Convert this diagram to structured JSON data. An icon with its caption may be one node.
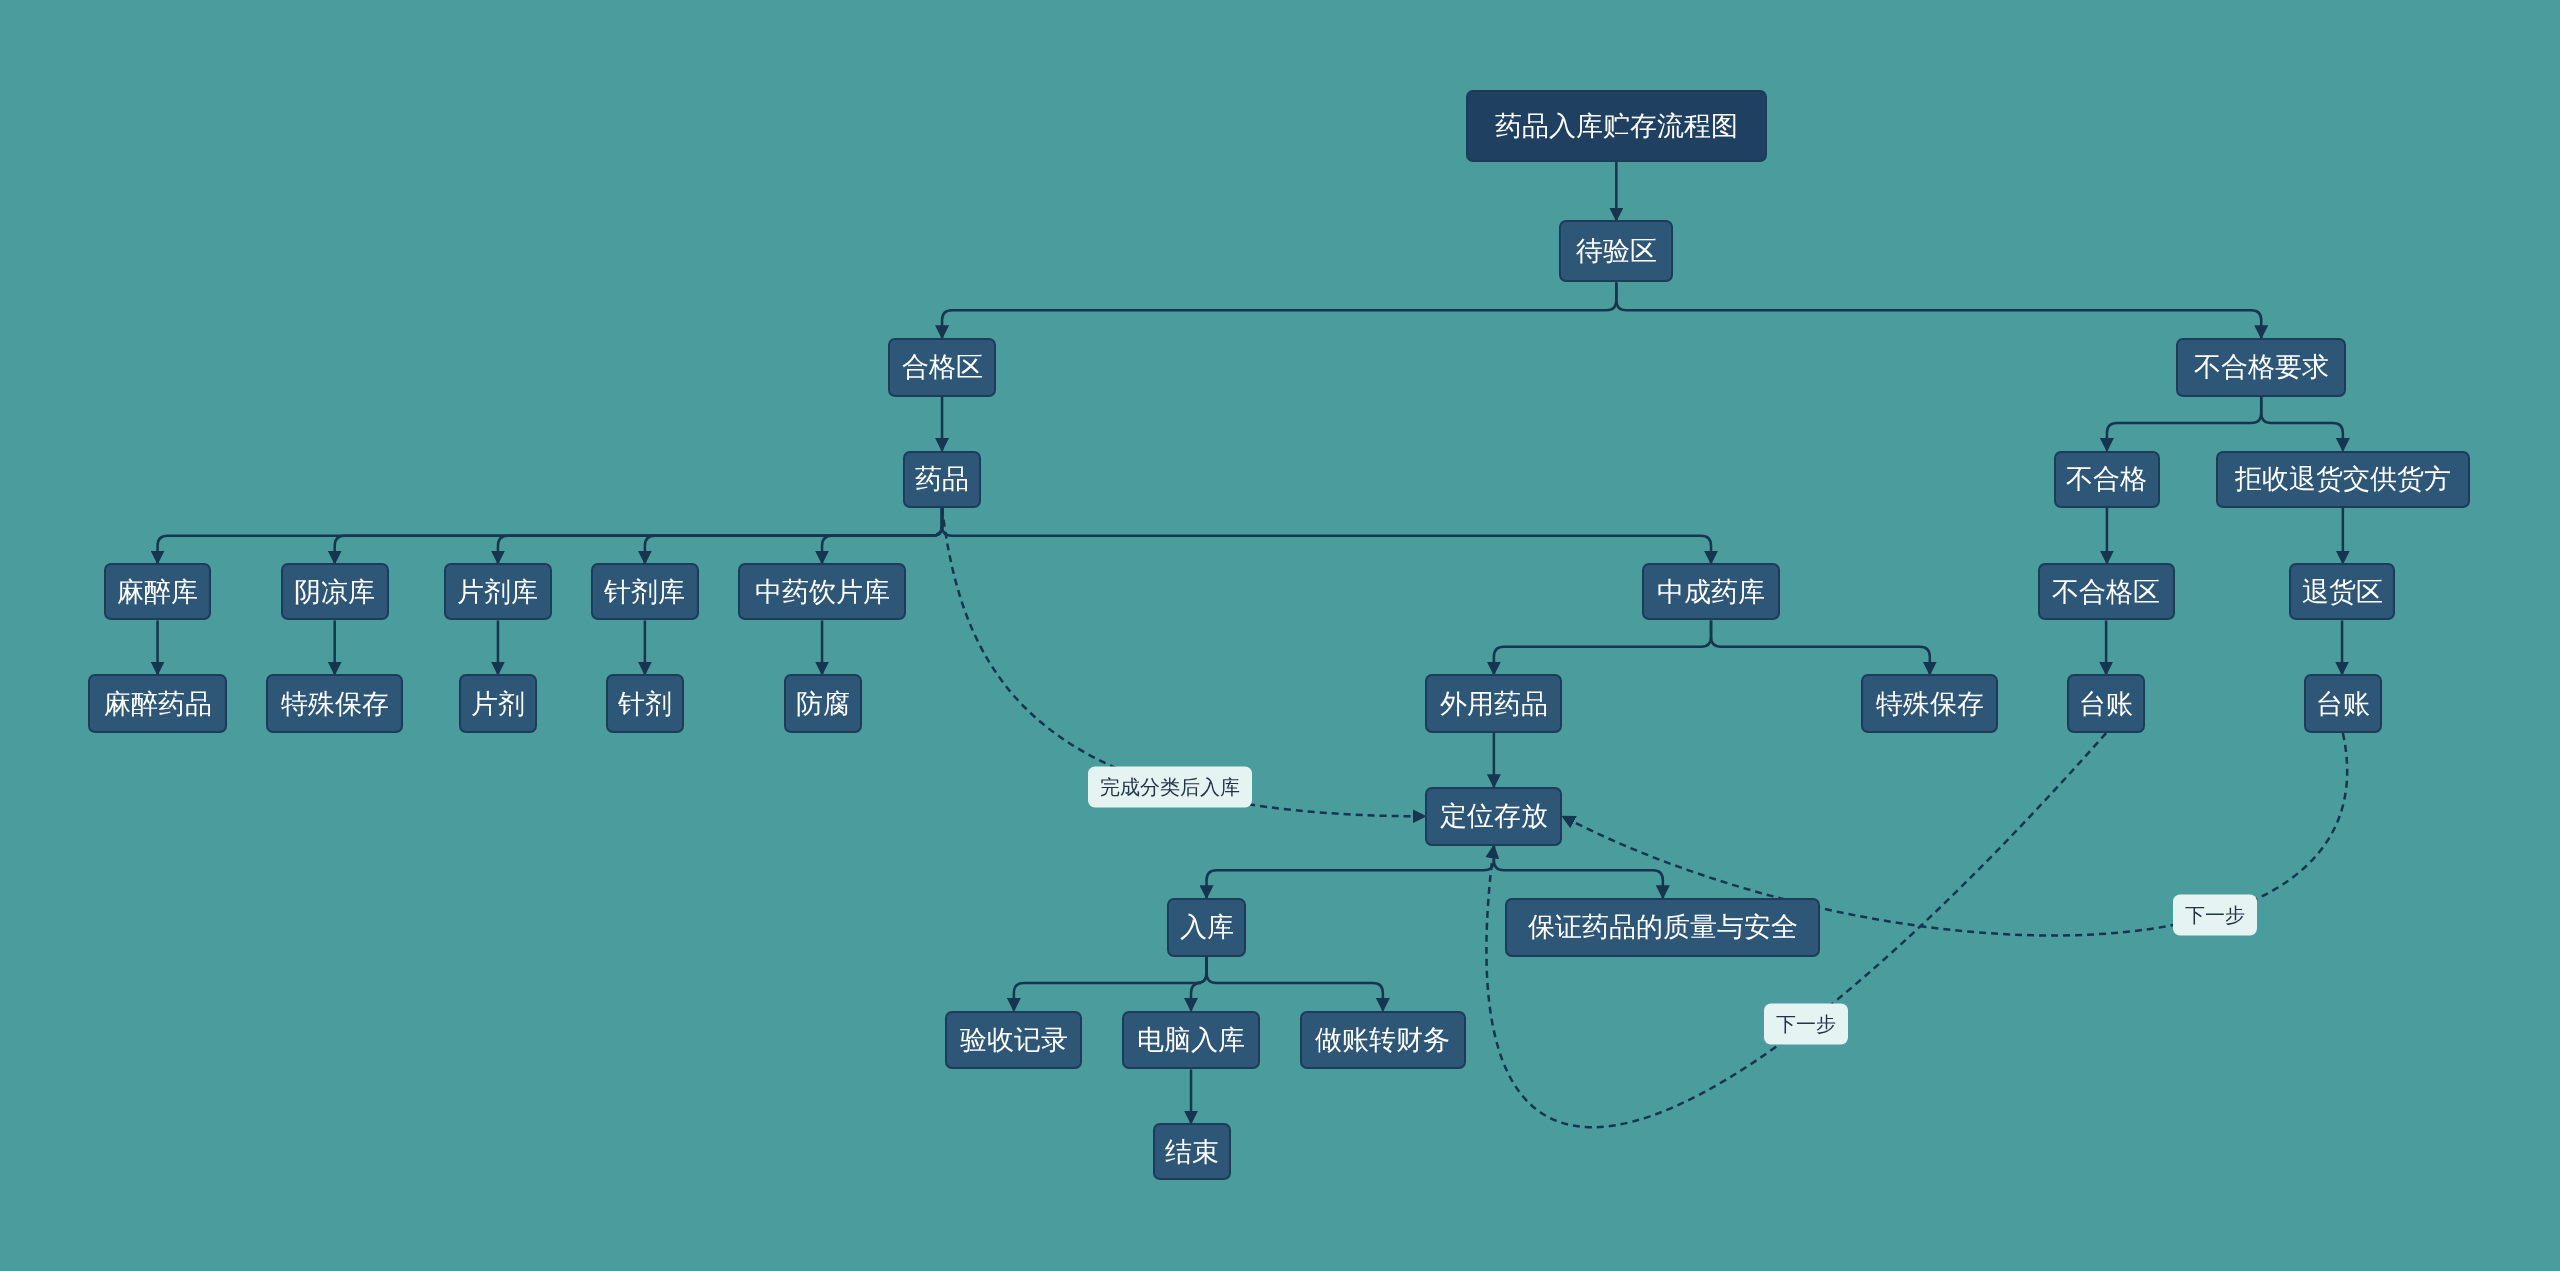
{
  "diagram": {
    "nodes": [
      {
        "text": [
          "药品入库贮存流程图"
        ]
      },
      {
        "text": [
          "待验区"
        ]
      },
      {
        "text": [
          "合格区"
        ]
      },
      {
        "text": [
          "不合格要求"
        ]
      },
      {
        "text": [
          "药品"
        ]
      },
      {
        "text": [
          "麻醉库"
        ]
      },
      {
        "text": [
          "阴凉库"
        ]
      },
      {
        "text": [
          "片剂库"
        ]
      },
      {
        "text": [
          "针剂库"
        ]
      },
      {
        "text": [
          "中药饮片库"
        ]
      },
      {
        "text": [
          "中成药库"
        ]
      },
      {
        "text": [
          "麻醉药品"
        ]
      },
      {
        "text": [
          "特殊保存"
        ]
      },
      {
        "text": [
          "片剂"
        ]
      },
      {
        "text": [
          "针剂"
        ]
      },
      {
        "text": [
          "防腐"
        ]
      },
      {
        "text": [
          "外用药品"
        ]
      },
      {
        "text": [
          "特殊保存"
        ]
      },
      {
        "text": [
          "不合格"
        ]
      },
      {
        "text": [
          "拒收退货交供货方"
        ]
      },
      {
        "text": [
          "不合格区"
        ]
      },
      {
        "text": [
          "退货区"
        ]
      },
      {
        "text": [
          "台账"
        ]
      },
      {
        "text": [
          "台账"
        ]
      },
      {
        "text": [
          "定位存放"
        ]
      },
      {
        "text": [
          "入库"
        ]
      },
      {
        "text": [
          "保证药品的质量与安全"
        ]
      },
      {
        "text": [
          "验收记录"
        ]
      },
      {
        "text": [
          "电脑入库"
        ]
      },
      {
        "text": [
          "做账转财务"
        ]
      },
      {
        "text": [
          "结束"
        ]
      }
    ],
    "edges": [
      {
        "from": 0,
        "to": 1,
        "arrow": "to"
      },
      {
        "from": 1,
        "to": 2,
        "arrow": "to"
      },
      {
        "from": 1,
        "to": 3,
        "arrow": "to"
      },
      {
        "from": 2,
        "to": 4,
        "arrow": "to"
      },
      {
        "from": 4,
        "to": 5,
        "arrow": "to"
      },
      {
        "from": 4,
        "to": 6,
        "arrow": "to"
      },
      {
        "from": 4,
        "to": 7,
        "arrow": "to"
      },
      {
        "from": 4,
        "to": 8,
        "arrow": "to"
      },
      {
        "from": 4,
        "to": 9,
        "arrow": "to"
      },
      {
        "from": 4,
        "to": 10,
        "arrow": "to"
      },
      {
        "from": 5,
        "to": 11,
        "arrow": "to"
      },
      {
        "from": 6,
        "to": 12,
        "arrow": "to"
      },
      {
        "from": 7,
        "to": 13,
        "arrow": "to"
      },
      {
        "from": 8,
        "to": 14,
        "arrow": "to"
      },
      {
        "from": 9,
        "to": 15,
        "arrow": "to"
      },
      {
        "from": 10,
        "to": 16,
        "arrow": "to"
      },
      {
        "from": 10,
        "to": 17,
        "arrow": "to"
      },
      {
        "from": 3,
        "to": 18,
        "arrow": "to"
      },
      {
        "from": 3,
        "to": 19,
        "arrow": "to"
      },
      {
        "from": 18,
        "to": 20,
        "arrow": "to"
      },
      {
        "from": 19,
        "to": 21,
        "arrow": "to"
      },
      {
        "from": 20,
        "to": 22,
        "arrow": "to"
      },
      {
        "from": 21,
        "to": 23,
        "arrow": "to"
      },
      {
        "from": 16,
        "to": 24,
        "arrow": "to"
      },
      {
        "from": 24,
        "to": 25,
        "arrow": "to"
      },
      {
        "from": 24,
        "to": 26,
        "arrow": "to"
      },
      {
        "from": 25,
        "to": 27,
        "arrow": "to"
      },
      {
        "from": 25,
        "to": 28,
        "arrow": "to"
      },
      {
        "from": 25,
        "to": 29,
        "arrow": "to"
      },
      {
        "from": 28,
        "to": 30,
        "arrow": "to"
      },
      {
        "from": 4,
        "to": 24,
        "arrow": "to",
        "label": "完成分类后入库",
        "style": "dashed"
      },
      {
        "from": 23,
        "to": 24,
        "arrow": "to",
        "label": "下一步",
        "style": "dashed"
      },
      {
        "from": 22,
        "to": 24,
        "arrow": "to",
        "label": "下一步",
        "style": "dashed"
      }
    ]
  }
}
